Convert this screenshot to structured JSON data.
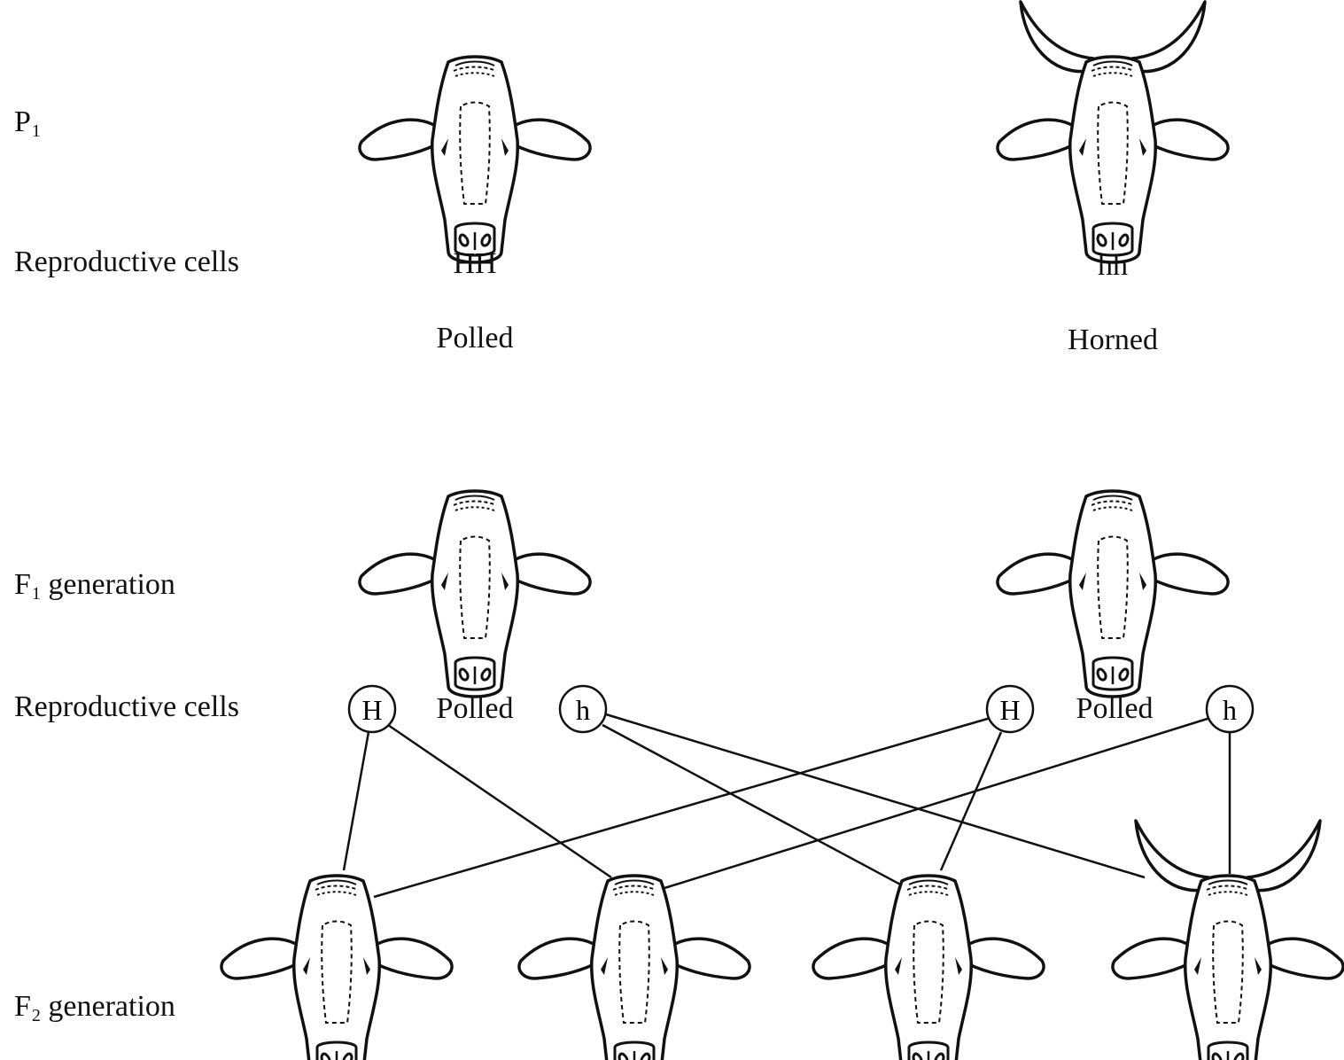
{
  "rows": {
    "p1": {
      "letter": "P",
      "sub": "1"
    },
    "repro1": "Reproductive cells",
    "f1": {
      "letter": "F",
      "sub": "1",
      "rest": "generation"
    },
    "repro2": "Reproductive cells",
    "f2": {
      "letter": "F",
      "sub": "2",
      "rest": "generation"
    }
  },
  "parents": {
    "left": {
      "genotype": "HH",
      "phenotype": "Polled",
      "horned": false
    },
    "right": {
      "genotype": "hh",
      "phenotype": "Horned",
      "horned": true
    }
  },
  "f1": {
    "left": {
      "phenotype": "Polled",
      "gametes": [
        "H",
        "h"
      ]
    },
    "right": {
      "phenotype": "Polled",
      "gametes": [
        "H",
        "h"
      ]
    }
  },
  "f2": {
    "offspring": [
      {
        "horned": false
      },
      {
        "horned": false
      },
      {
        "horned": false
      },
      {
        "horned": true
      }
    ]
  },
  "colors": {
    "ink": "#111111",
    "background": "#ffffff"
  }
}
